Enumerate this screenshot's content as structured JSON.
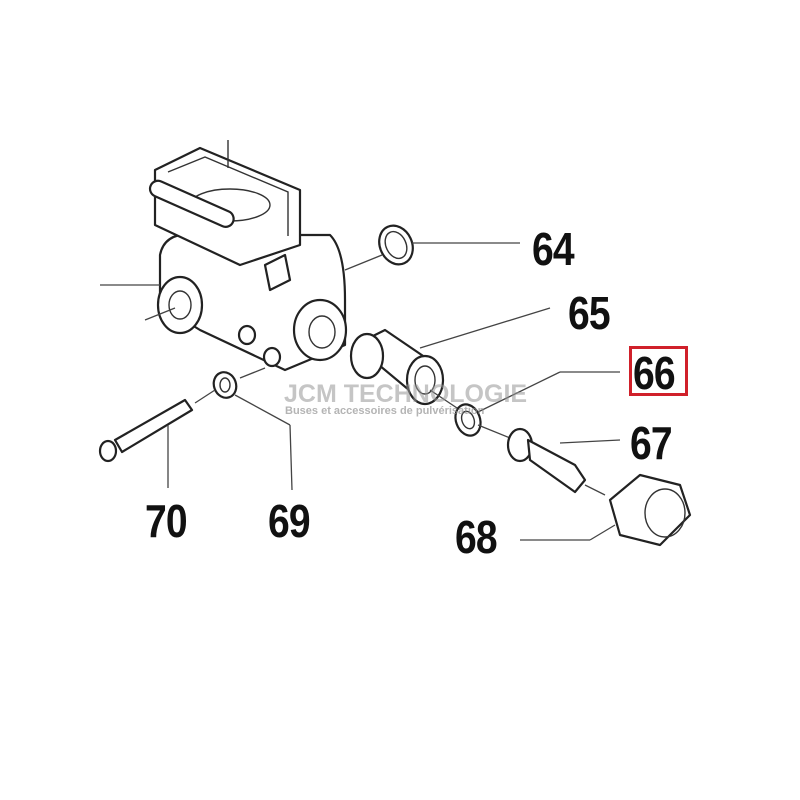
{
  "diagram": {
    "highlight_color": "#d0202a",
    "labels": [
      {
        "id": "64",
        "text": "64"
      },
      {
        "id": "65",
        "text": "65"
      },
      {
        "id": "66",
        "text": "66",
        "highlighted": true
      },
      {
        "id": "67",
        "text": "67"
      },
      {
        "id": "68",
        "text": "68"
      },
      {
        "id": "69",
        "text": "69"
      },
      {
        "id": "70",
        "text": "70"
      }
    ]
  },
  "watermark": {
    "title": "JCM TECHNOLOGIE",
    "subtitle": "Buses et accessoires de pulvérisation"
  }
}
